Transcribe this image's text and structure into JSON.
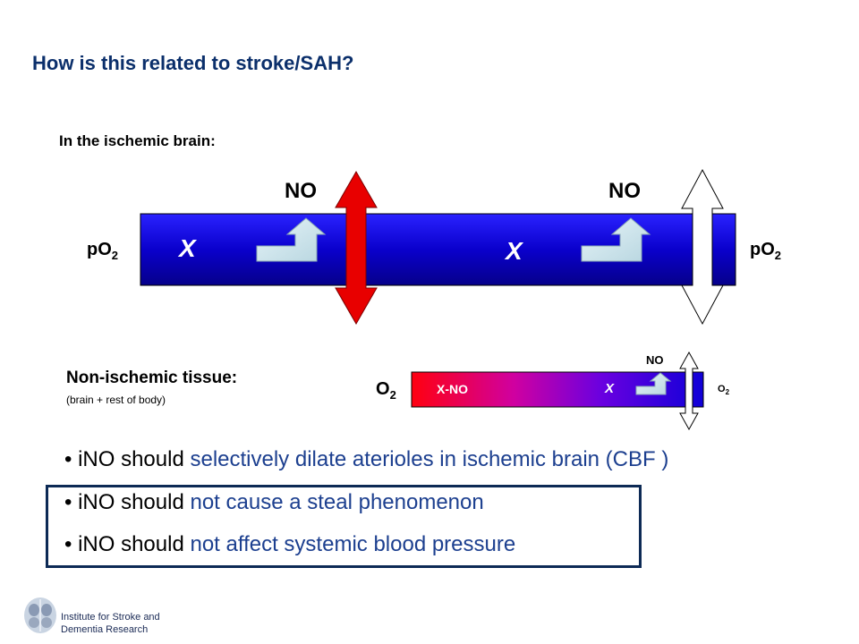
{
  "title": "How is this related to stroke/SAH?",
  "ischemic": {
    "label": "In the ischemic brain:",
    "left_po2": "pO",
    "left_po2_sub": "2",
    "right_po2": "pO",
    "right_po2_sub": "2",
    "x_left": "X",
    "x_right": "X",
    "no_left": "NO",
    "no_right": "NO"
  },
  "nonischemic": {
    "label": "Non-ischemic tissue:",
    "sublabel": "(brain + rest of body)",
    "o2_left": "O",
    "o2_left_sub": "2",
    "o2_right": "O",
    "o2_right_sub": "2",
    "xno": "X-NO",
    "x": "X",
    "no": "NO"
  },
  "bullets": [
    {
      "prefix": "iNO should ",
      "highlight": "selectively dilate aterioles in ischemic brain (CBF )"
    },
    {
      "prefix": "iNO should ",
      "highlight": "not cause a steal phenomenon"
    },
    {
      "prefix": "iNO should ",
      "highlight": "not affect systemic blood pressure"
    }
  ],
  "logo": {
    "line1": "Institute for Stroke and",
    "line2": "Dementia Research"
  },
  "colors": {
    "title": "#0b2f6b",
    "bar_blue": "#0a00c8",
    "red_arrow": "#e80000",
    "step_arrow": "#cfe6ee",
    "bullet_highlight": "#1c3f8f",
    "box_border": "#0d2a55"
  }
}
